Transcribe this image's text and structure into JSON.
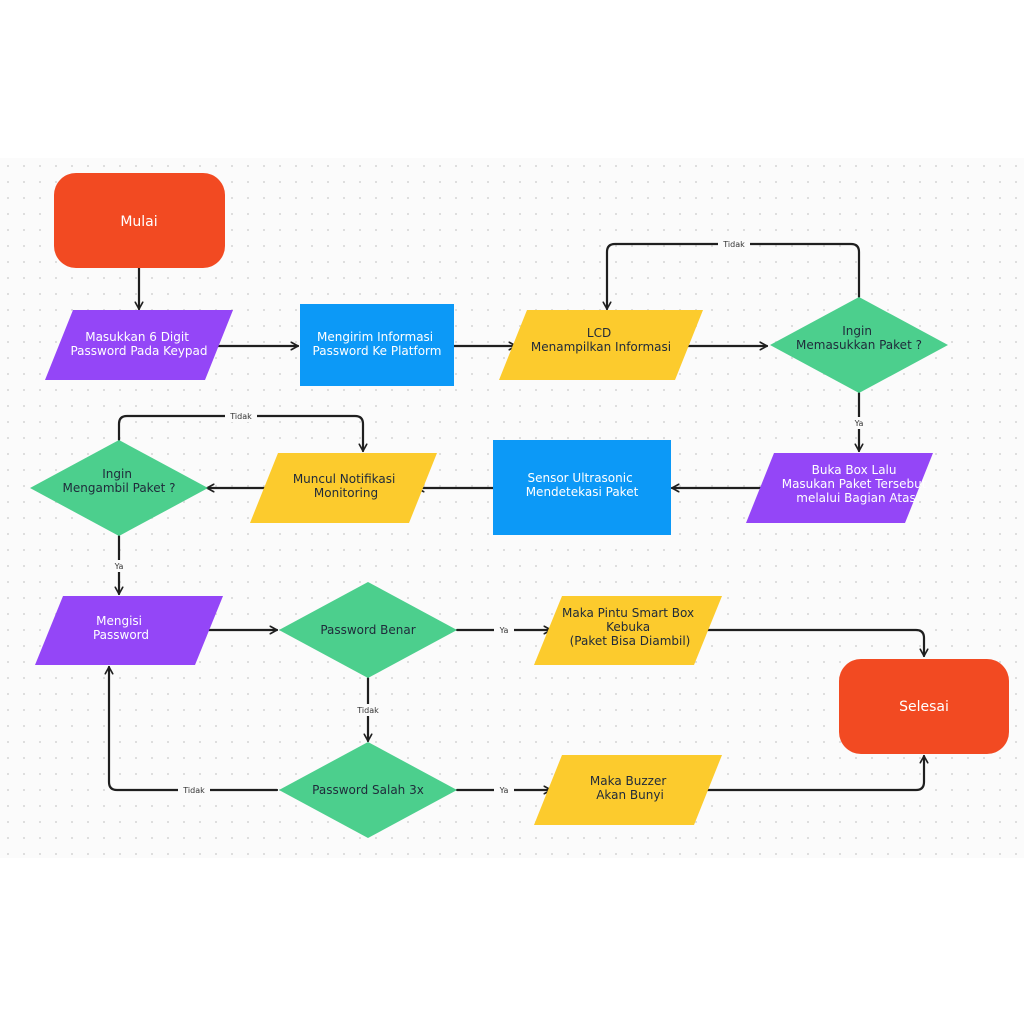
{
  "colors": {
    "terminal": "#f24a22",
    "io": "#9446f7",
    "process": "#0c99f7",
    "io_yellow": "#fccb2d",
    "decision": "#4ccf8d",
    "edge": "#1f1f1f"
  },
  "nodes": {
    "mulai": {
      "label": [
        "Mulai"
      ]
    },
    "masukkan": {
      "label": [
        "Masukkan 6 Digit",
        "Password Pada Keypad"
      ]
    },
    "mengirim": {
      "label": [
        "Mengirim Informasi",
        "Password Ke Platform"
      ]
    },
    "lcd": {
      "label": [
        "LCD",
        "Menampilkan Informasi"
      ]
    },
    "ingin_masuk": {
      "label": [
        "Ingin",
        "Memasukkan Paket ?"
      ]
    },
    "buka_box": {
      "label": [
        "Buka Box Lalu",
        "Masukan Paket Tersebut",
        "melalui Bagian Atas"
      ]
    },
    "sensor": {
      "label": [
        "Sensor Ultrasonic",
        "Mendetekasi Paket"
      ]
    },
    "notifikasi": {
      "label": [
        "Muncul Notifikasi",
        "Monitoring"
      ]
    },
    "ingin_ambil": {
      "label": [
        "Ingin",
        "Mengambil Paket ?"
      ]
    },
    "mengisi": {
      "label": [
        "Mengisi",
        "Password"
      ]
    },
    "benar": {
      "label": [
        "Password Benar"
      ]
    },
    "pintu": {
      "label": [
        "Maka Pintu Smart Box",
        "Kebuka",
        "(Paket Bisa Diambil)"
      ]
    },
    "salah": {
      "label": [
        "Password Salah 3x"
      ]
    },
    "buzzer": {
      "label": [
        "Maka Buzzer",
        "Akan Bunyi"
      ]
    },
    "selesai": {
      "label": [
        "Selesai"
      ]
    }
  },
  "edges": {
    "tidak_masuk": "Tidak",
    "ya_masuk": "Ya",
    "tidak_ambil": "Tidak",
    "ya_ambil": "Ya",
    "ya_benar": "Ya",
    "tidak_benar": "Tidak",
    "ya_salah": "Ya",
    "tidak_salah": "Tidak"
  }
}
